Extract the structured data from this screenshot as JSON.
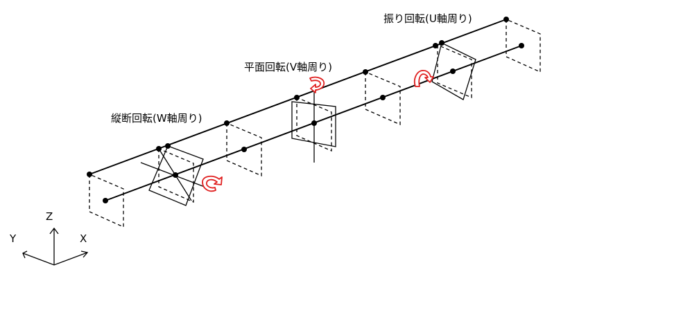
{
  "labels": {
    "yaw": "振り回転(U軸周り)",
    "plane": "平面回転(V軸周り)",
    "longitudinal": "縦断回転(W軸周り)"
  },
  "axes": {
    "z": "Z",
    "y": "Y",
    "x": "X"
  },
  "colors": {
    "rotation_arrow": "#e02020",
    "lines": "#000000"
  },
  "icons": {
    "rotation": "curved-arrow-icon"
  }
}
